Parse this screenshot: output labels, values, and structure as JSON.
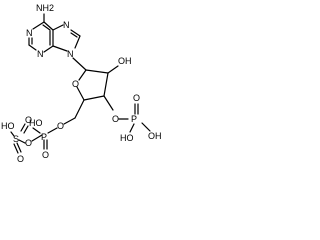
{
  "molecule": {
    "name": "",
    "labels": {
      "nh2": "NH2",
      "n1": "N",
      "n3": "N",
      "n7": "N",
      "n9": "N",
      "oh2": "OH",
      "ring_o": "O",
      "o3": "O",
      "p3": "P",
      "p3_o": "O",
      "p3_oh_a": "OH",
      "p3_ho_b": "HO",
      "o5": "O",
      "pa": "P",
      "pa_o": "O",
      "pa_ho": "HO",
      "bridge_o": "O",
      "s": "S",
      "s_o_top": "O",
      "s_o_bot": "O",
      "s_ho": "HO"
    },
    "colors": {
      "bond": "#000000",
      "label": "#000000",
      "background": "#ffffff"
    }
  }
}
